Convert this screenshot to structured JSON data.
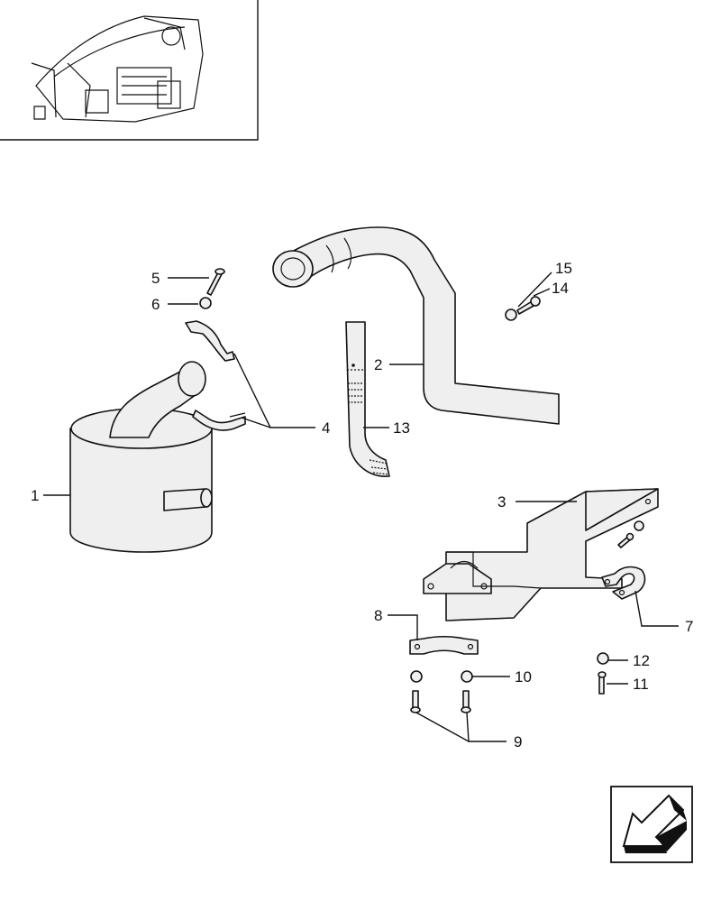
{
  "diagram": {
    "callouts": [
      {
        "id": "c1",
        "text": "1"
      },
      {
        "id": "c2",
        "text": "2"
      },
      {
        "id": "c3",
        "text": "3"
      },
      {
        "id": "c4",
        "text": "4"
      },
      {
        "id": "c5",
        "text": "5"
      },
      {
        "id": "c6",
        "text": "6"
      },
      {
        "id": "c7",
        "text": "7"
      },
      {
        "id": "c8",
        "text": "8"
      },
      {
        "id": "c9",
        "text": "9"
      },
      {
        "id": "c10",
        "text": "10"
      },
      {
        "id": "c11",
        "text": "11"
      },
      {
        "id": "c12",
        "text": "12"
      },
      {
        "id": "c13",
        "text": "13"
      },
      {
        "id": "c14",
        "text": "14"
      },
      {
        "id": "c15",
        "text": "15"
      }
    ],
    "inset": {
      "icon": "tractor-engine-thumbnail"
    },
    "nav_icon": "arrow-down-left-icon",
    "colors": {
      "ink": "#111111",
      "part_fill": "#efefef",
      "background": "#ffffff"
    }
  }
}
